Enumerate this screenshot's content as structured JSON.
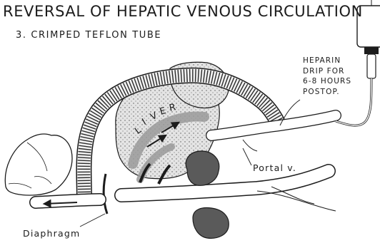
{
  "title": "REVERSAL OF HEPATIC VENOUS CIRCULATION",
  "subtitle": "3. CRIMPED TEFLON TUBE",
  "labels": {
    "heparin": "HEPARIN\nDRIP FOR\n6-8 HOURS\nPOSTOP.",
    "liver": [
      "L",
      "I",
      "V",
      "E",
      "R"
    ],
    "portal_vein": "Portal v.",
    "diaphragm": "Diaphragm"
  },
  "colors": {
    "ink": "#1c1c1c",
    "liver_fill": "#d9d9d9",
    "flow_band": "#9a9a9a",
    "paper": "#ffffff"
  }
}
